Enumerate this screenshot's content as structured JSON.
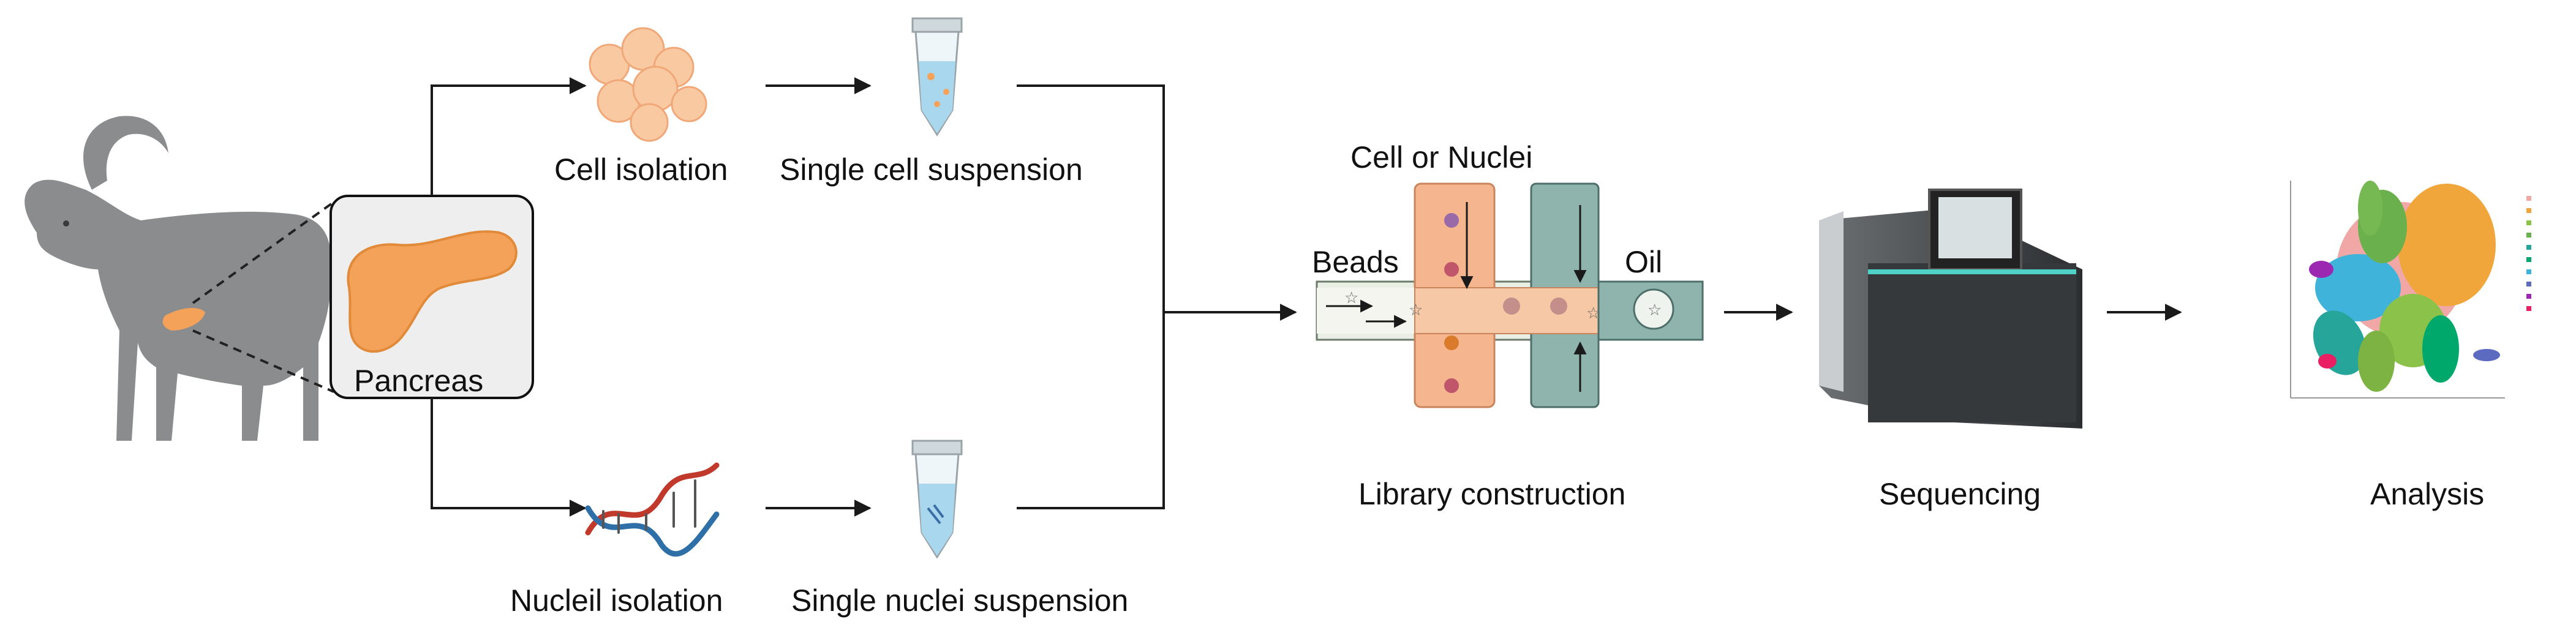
{
  "labels": {
    "pancreas": "Pancreas",
    "cell_isolation": "Cell isolation",
    "single_cell_suspension": "Single cell suspension",
    "nuclei_isolation": "Nucleil isolation",
    "single_nuclei_suspension": "Single nuclei suspension",
    "cell_or_nuclei": "Cell or Nuclei",
    "beads": "Beads",
    "oil": "Oil",
    "library_construction": "Library construction",
    "sequencing": "Sequencing",
    "analysis": "Analysis"
  },
  "colors": {
    "goat": "#8a8c8e",
    "pancreas": "#f4a259",
    "cells": "#f9c9a2",
    "tube_liquid": "#a9d8ee",
    "arrow": "#1a1a1a",
    "chip_orange": "#f4b58f",
    "chip_teal": "#8fb3ad",
    "sequencer": "#3d4043"
  }
}
